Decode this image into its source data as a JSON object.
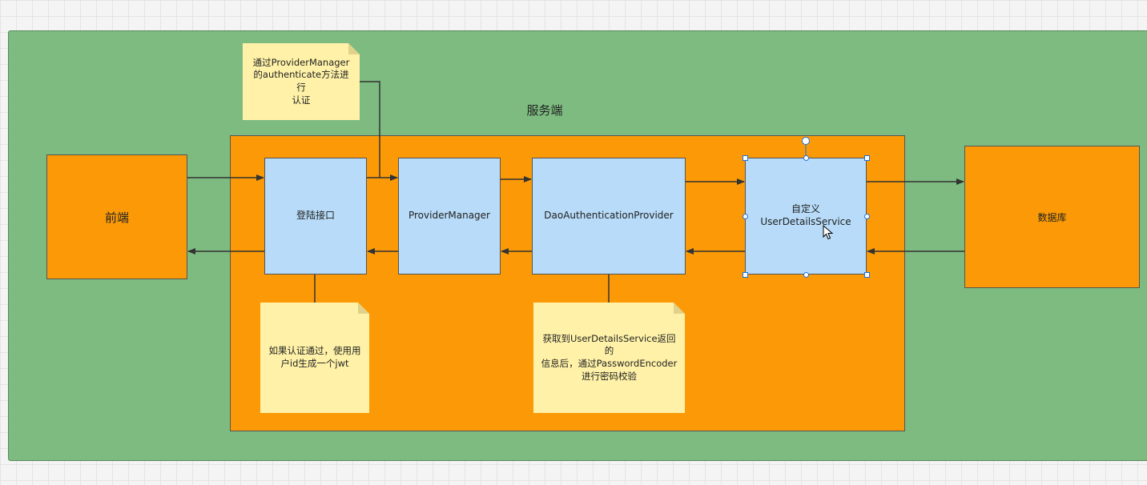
{
  "server_label": "服务端",
  "nodes": {
    "frontend": "前端",
    "login": "登陆接口",
    "provider_manager": "ProviderManager",
    "dao_provider": "DaoAuthenticationProvider",
    "user_details_line1": "自定义",
    "user_details_line2": "UserDetailsService",
    "database": "数据库"
  },
  "notes": {
    "top_line1": "通过ProviderManager",
    "top_line2": "的authenticate方法进行",
    "top_line3": "认证",
    "left_line1": "如果认证通过，使用用",
    "left_line2": "户id生成一个jwt",
    "mid_line1": "获取到UserDetailsService返回的",
    "mid_line2": "信息后，通过PasswordEncoder",
    "mid_line3": "进行密码校验"
  },
  "colors": {
    "green": "#7dbb80",
    "orange": "#fb9a06",
    "blue": "#b7dbf8",
    "note": "#fff2a8",
    "selection": "#1a73e8"
  }
}
